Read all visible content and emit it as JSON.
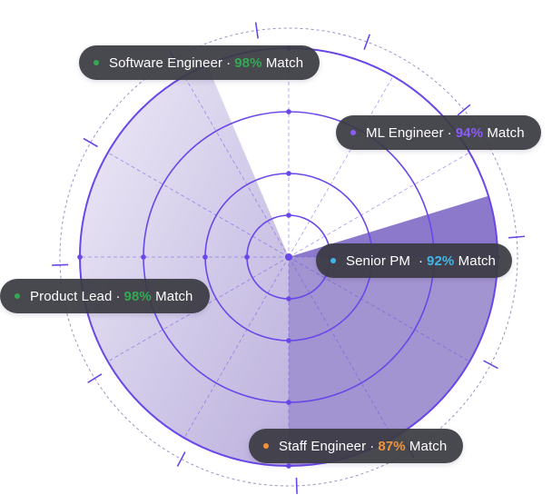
{
  "colors": {
    "ring": "#6a47e8",
    "fill": "#8d7cc6",
    "dashed": "#9b93c4",
    "tick": "#6a47e8",
    "pill_bg": "#3a3a42",
    "green": "#34a853",
    "purple": "#8b5cf6",
    "blue": "#3fb6e8",
    "orange": "#f0943a"
  },
  "cards": [
    {
      "id": "software-engineer",
      "role": "Software Engineer",
      "separator": "·",
      "percent": "98%",
      "suffix": "Match",
      "dot_color": "#34a853",
      "pct_color": "#34a853"
    },
    {
      "id": "ml-engineer",
      "role": "ML Engineer",
      "separator": "·",
      "percent": "94%",
      "suffix": "Match",
      "dot_color": "#8b5cf6",
      "pct_color": "#8b5cf6"
    },
    {
      "id": "senior-pm",
      "role": "Senior PM",
      "separator": "·",
      "percent": "92%",
      "suffix": "Match",
      "dot_color": "#3fb6e8",
      "pct_color": "#3fb6e8"
    },
    {
      "id": "product-lead",
      "role": "Product Lead",
      "separator": "·",
      "percent": "98%",
      "suffix": "Match",
      "dot_color": "#34a853",
      "pct_color": "#34a853"
    },
    {
      "id": "staff-engineer",
      "role": "Staff Engineer",
      "separator": "·",
      "percent": "87%",
      "suffix": "Match",
      "dot_color": "#f0943a",
      "pct_color": "#f0943a"
    }
  ]
}
